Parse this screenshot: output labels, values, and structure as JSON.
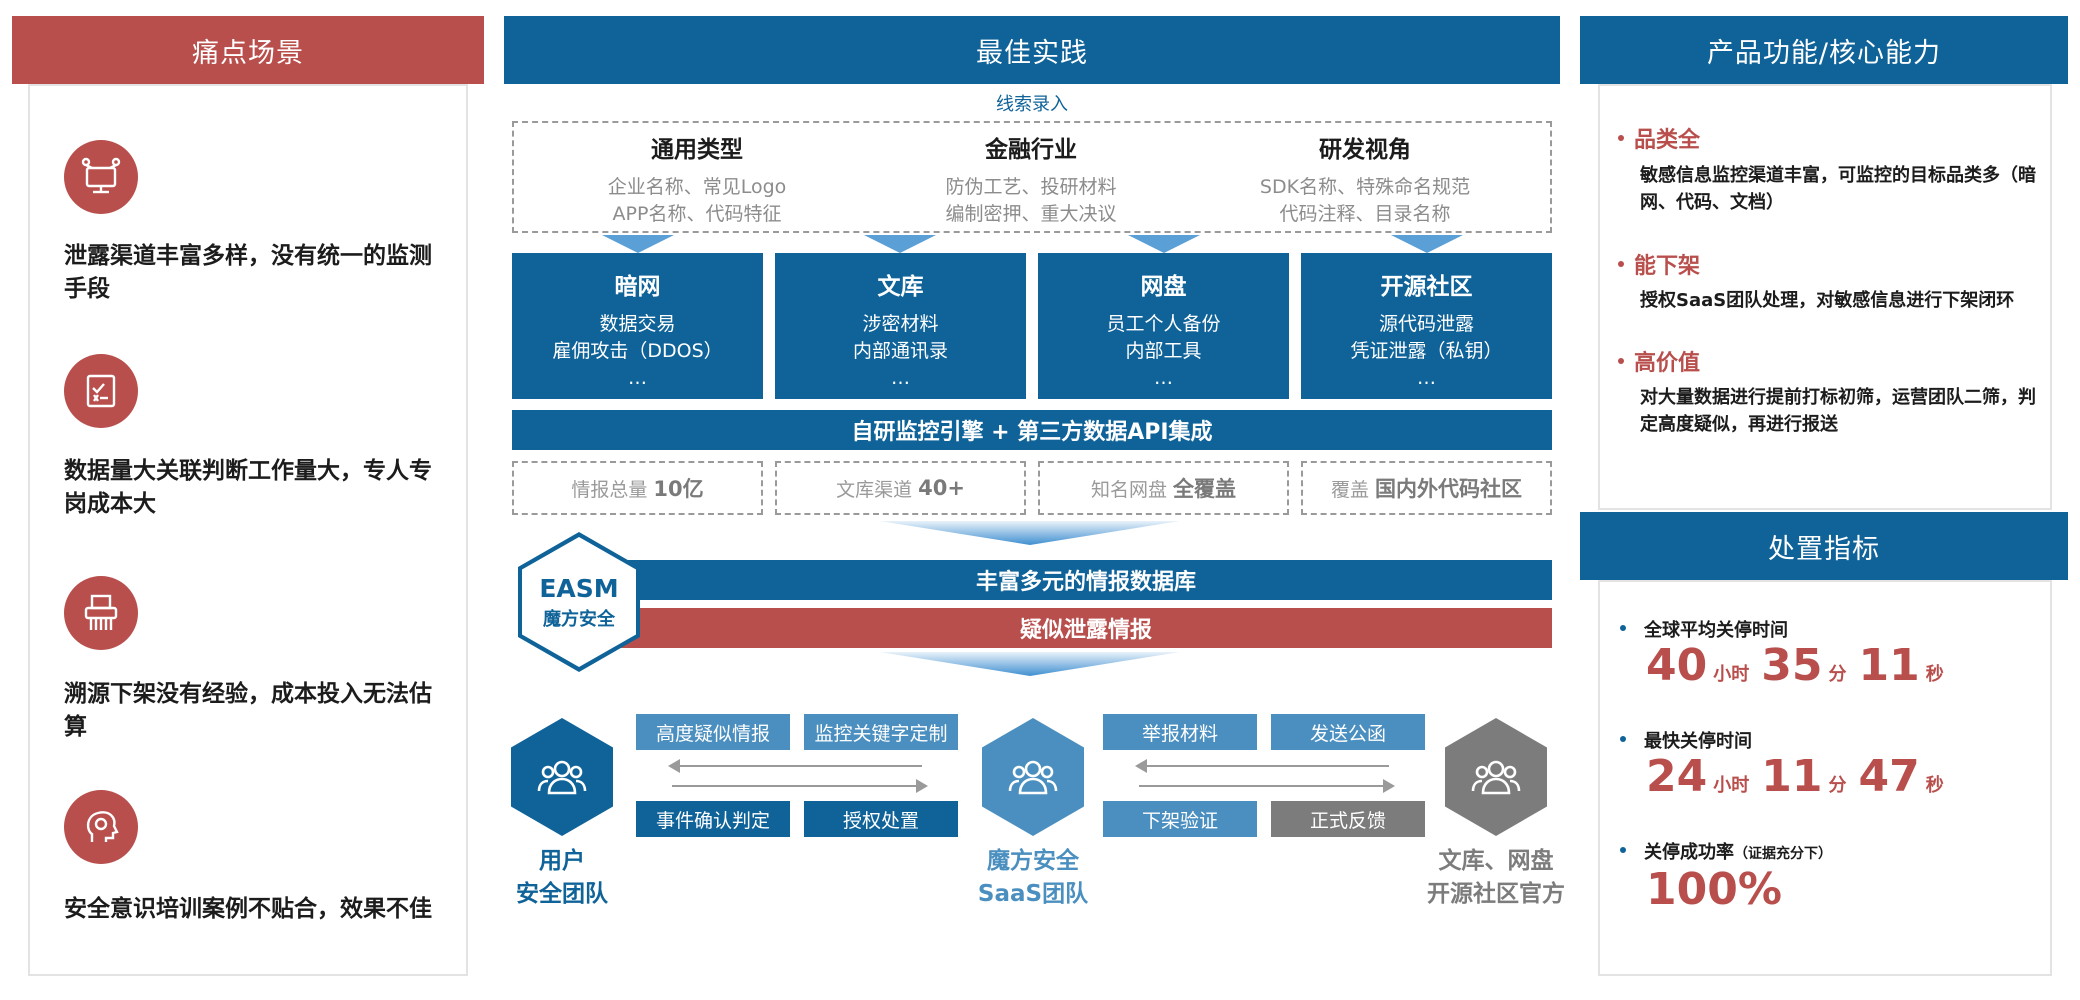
{
  "colors": {
    "red": "#b84f4c",
    "blue": "#0f6399",
    "light_blue": "#4a8fbf",
    "gray": "#7c7c7c"
  },
  "left": {
    "header": "痛点场景",
    "items": [
      {
        "icon": "network-computer-icon",
        "text": "泄露渠道丰富多样，没有统一的监测手段"
      },
      {
        "icon": "checklist-document-icon",
        "text": "数据量大关联判断工作量大，专人专岗成本大"
      },
      {
        "icon": "shredder-icon",
        "text": "溯源下架没有经验，成本投入无法估算"
      },
      {
        "icon": "head-idea-icon",
        "text": "安全意识培训案例不贴合，效果不佳"
      }
    ]
  },
  "middle": {
    "header": "最佳实践",
    "clue_label": "线索录入",
    "clues": [
      {
        "title": "通用类型",
        "lines": [
          "企业名称、常见Logo",
          "APP名称、代码特征"
        ]
      },
      {
        "title": "金融行业",
        "lines": [
          "防伪工艺、投研材料",
          "编制密押、重大决议"
        ]
      },
      {
        "title": "研发视角",
        "lines": [
          "SDK名称、特殊命名规范",
          "代码注释、目录名称"
        ]
      }
    ],
    "channels": [
      {
        "title": "暗网",
        "lines": [
          "数据交易",
          "雇佣攻击（DDOS）",
          "…"
        ]
      },
      {
        "title": "文库",
        "lines": [
          "涉密材料",
          "内部通讯录",
          "…"
        ]
      },
      {
        "title": "网盘",
        "lines": [
          "员工个人备份",
          "内部工具",
          "…"
        ]
      },
      {
        "title": "开源社区",
        "lines": [
          "源代码泄露",
          "凭证泄露（私钥）",
          "…"
        ]
      }
    ],
    "engine_bar": "自研监控引擎 + 第三方数据API集成",
    "stats": [
      {
        "label": "情报总量",
        "value": "10亿"
      },
      {
        "label": "文库渠道",
        "value": "40+"
      },
      {
        "label": "知名网盘",
        "value": "全覆盖"
      },
      {
        "label": "覆盖",
        "value": "国内外代码社区"
      }
    ],
    "easm": {
      "title": "EASM",
      "subtitle": "魔方安全"
    },
    "db_bar": "丰富多元的情报数据库",
    "leak_bar": "疑似泄露情报",
    "parties": [
      {
        "icon": "users-icon",
        "lines": [
          "用户",
          "安全团队"
        ]
      },
      {
        "icon": "users-icon",
        "lines": [
          "魔方安全",
          "SaaS团队"
        ]
      },
      {
        "icon": "users-icon",
        "lines": [
          "文库、网盘",
          "开源社区官方"
        ]
      }
    ],
    "flow_left_top": [
      "高度疑似情报",
      "监控关键字定制"
    ],
    "flow_left_bottom": [
      "事件确认判定",
      "授权处置"
    ],
    "flow_right_top": [
      "举报材料",
      "发送公函"
    ],
    "flow_right_bottom": [
      "下架验证",
      "正式反馈"
    ]
  },
  "right": {
    "header": "产品功能/核心能力",
    "features": [
      {
        "title": "品类全",
        "desc": "敏感信息监控渠道丰富，可监控的目标品类多（暗网、代码、文档）"
      },
      {
        "title": "能下架",
        "desc": "授权SaaS团队处理，对敏感信息进行下架闭环"
      },
      {
        "title": "高价值",
        "desc": "对大量数据进行提前打标初筛，运营团队二筛，判定高度疑似，再进行报送"
      }
    ],
    "metrics_header": "处置指标",
    "metrics": {
      "avg_label": "全球平均关停时间",
      "avg": {
        "h": "40",
        "h_unit": "小时",
        "m": "35",
        "m_unit": "分",
        "s": "11",
        "s_unit": "秒"
      },
      "fast_label": "最快关停时间",
      "fast": {
        "h": "24",
        "h_unit": "小时",
        "m": "11",
        "m_unit": "分",
        "s": "47",
        "s_unit": "秒"
      },
      "rate_label": "关停成功率",
      "rate_note": "（证据充分下）",
      "rate": "100%"
    }
  }
}
